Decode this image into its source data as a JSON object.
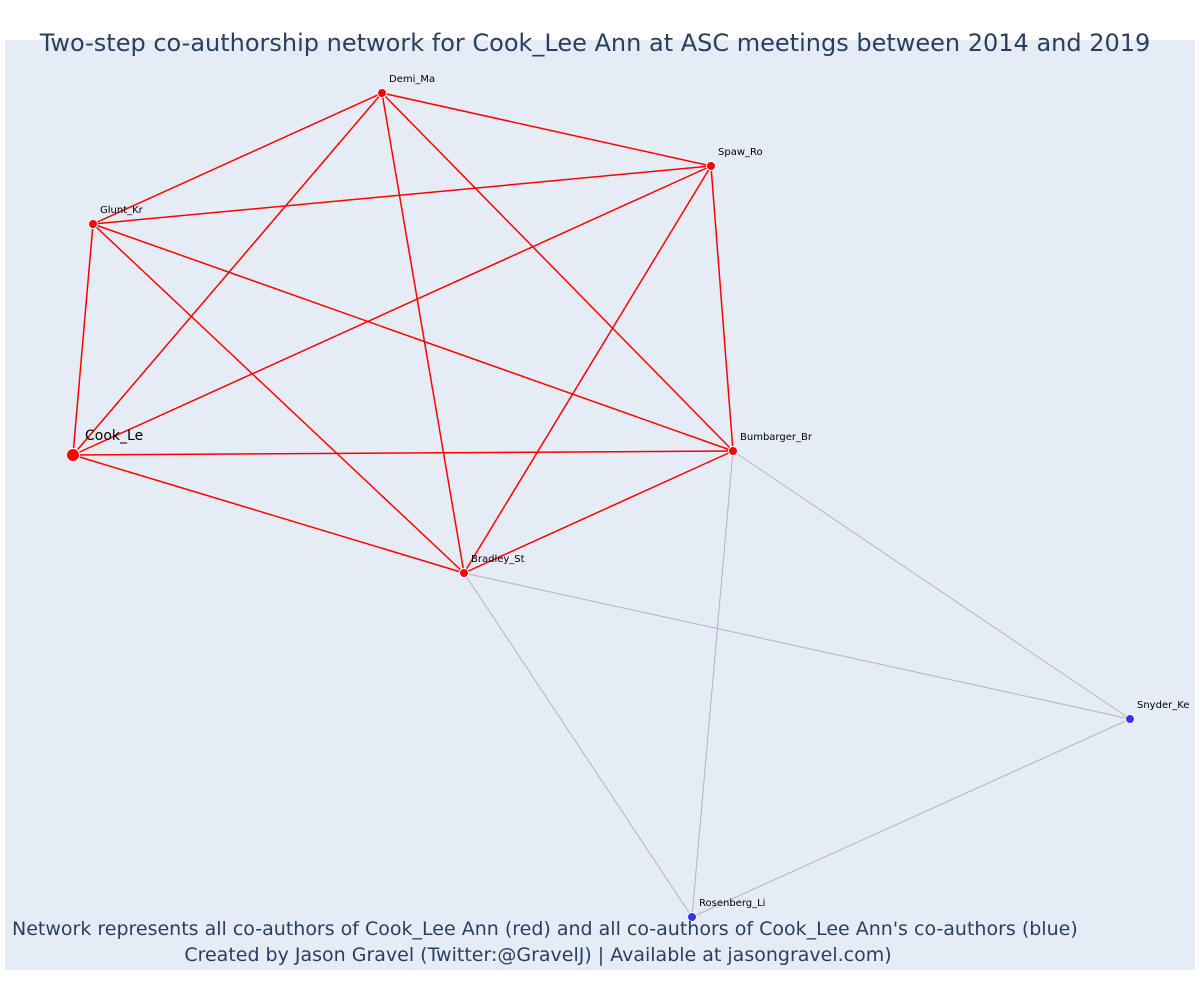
{
  "title": "Two-step co-authorship network for Cook_Lee Ann at ASC meetings between 2014 and 2019",
  "footer": {
    "line1": "Network represents all co-authors of Cook_Lee Ann (red) and all co-authors of Cook_Lee Ann's co-authors (blue)",
    "line2": "Created by Jason Gravel (Twitter:@GravelJ) | Available at jasongravel.com)"
  },
  "colors": {
    "background": "#e5ecf6",
    "first_degree": "#ff0000",
    "second_degree": "#3333ee",
    "secondary_edge": "#b0b4c0",
    "text": "#2a3f5f"
  },
  "nodes": [
    {
      "id": "Cook_Le",
      "label": "Cook_Le",
      "group": "ego"
    },
    {
      "id": "Demi_Ma",
      "label": "Demi_Ma",
      "group": "coauthor"
    },
    {
      "id": "Spaw_Ro",
      "label": "Spaw_Ro",
      "group": "coauthor"
    },
    {
      "id": "Glunt_Kr",
      "label": "Glunt_Kr",
      "group": "coauthor"
    },
    {
      "id": "Bumbarger_Br",
      "label": "Bumbarger_Br",
      "group": "coauthor"
    },
    {
      "id": "Bradley_St",
      "label": "Bradley_St",
      "group": "coauthor"
    },
    {
      "id": "Snyder_Ke",
      "label": "Snyder_Ke",
      "group": "second"
    },
    {
      "id": "Rosenberg_Li",
      "label": "Rosenberg_Li",
      "group": "second"
    }
  ],
  "edges": [
    {
      "source": "Cook_Le",
      "target": "Demi_Ma",
      "type": "coauthor"
    },
    {
      "source": "Cook_Le",
      "target": "Spaw_Ro",
      "type": "coauthor"
    },
    {
      "source": "Cook_Le",
      "target": "Glunt_Kr",
      "type": "coauthor"
    },
    {
      "source": "Cook_Le",
      "target": "Bumbarger_Br",
      "type": "coauthor"
    },
    {
      "source": "Cook_Le",
      "target": "Bradley_St",
      "type": "coauthor"
    },
    {
      "source": "Demi_Ma",
      "target": "Spaw_Ro",
      "type": "coauthor"
    },
    {
      "source": "Demi_Ma",
      "target": "Glunt_Kr",
      "type": "coauthor"
    },
    {
      "source": "Demi_Ma",
      "target": "Bumbarger_Br",
      "type": "coauthor"
    },
    {
      "source": "Demi_Ma",
      "target": "Bradley_St",
      "type": "coauthor"
    },
    {
      "source": "Spaw_Ro",
      "target": "Glunt_Kr",
      "type": "coauthor"
    },
    {
      "source": "Spaw_Ro",
      "target": "Bumbarger_Br",
      "type": "coauthor"
    },
    {
      "source": "Spaw_Ro",
      "target": "Bradley_St",
      "type": "coauthor"
    },
    {
      "source": "Glunt_Kr",
      "target": "Bumbarger_Br",
      "type": "coauthor"
    },
    {
      "source": "Glunt_Kr",
      "target": "Bradley_St",
      "type": "coauthor"
    },
    {
      "source": "Bumbarger_Br",
      "target": "Bradley_St",
      "type": "coauthor"
    },
    {
      "source": "Bumbarger_Br",
      "target": "Snyder_Ke",
      "type": "second"
    },
    {
      "source": "Bumbarger_Br",
      "target": "Rosenberg_Li",
      "type": "second"
    },
    {
      "source": "Bradley_St",
      "target": "Snyder_Ke",
      "type": "second"
    },
    {
      "source": "Bradley_St",
      "target": "Rosenberg_Li",
      "type": "second"
    },
    {
      "source": "Snyder_Ke",
      "target": "Rosenberg_Li",
      "type": "second"
    }
  ]
}
